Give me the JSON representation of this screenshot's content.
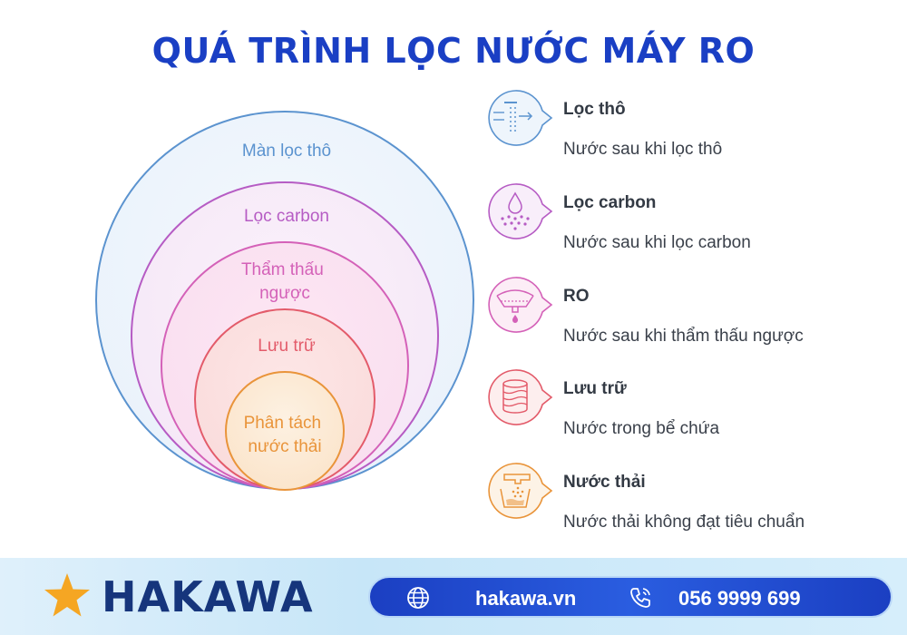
{
  "title": "QUÁ TRÌNH LỌC NƯỚC MÁY RO",
  "diagram": {
    "layers": [
      {
        "label_lines": [
          "Màn lọc thô"
        ],
        "color": "#5b93cf"
      },
      {
        "label_lines": [
          "Lọc carbon"
        ],
        "color": "#b65cc4"
      },
      {
        "label_lines": [
          "Thẩm thấu",
          "ngược"
        ],
        "color": "#d461b8"
      },
      {
        "label_lines": [
          "Lưu trữ"
        ],
        "color": "#e35b6a"
      },
      {
        "label_lines": [
          "Phân tách",
          "nước thải"
        ],
        "color": "#e9943a"
      }
    ]
  },
  "legend": [
    {
      "title": "Lọc thô",
      "desc": "Nước sau khi lọc thô",
      "icon": "filter-icon",
      "color": "#5b93cf"
    },
    {
      "title": "Lọc carbon",
      "desc": "Nước sau khi lọc carbon",
      "icon": "water-drop-icon",
      "color": "#b65cc4"
    },
    {
      "title": "RO",
      "desc": "Nước sau khi thẩm thấu ngược",
      "icon": "membrane-icon",
      "color": "#d461b8"
    },
    {
      "title": "Lưu trữ",
      "desc": "Nước trong bể chứa",
      "icon": "storage-tank-icon",
      "color": "#e35b6a"
    },
    {
      "title": "Nước thải",
      "desc": "Nước thải không đạt tiêu chuẩn",
      "icon": "waste-water-icon",
      "color": "#e9943a"
    }
  ],
  "footer": {
    "brand": "HAKAWA",
    "website": "hakawa.vn",
    "phone": "056 9999 699",
    "brand_color": "#16357c",
    "star_color": "#f5a623"
  }
}
